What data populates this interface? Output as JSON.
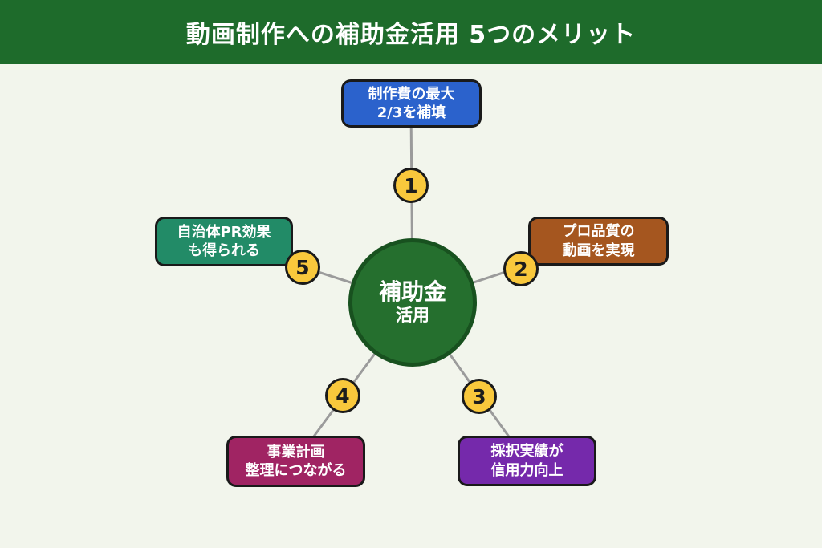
{
  "theme": {
    "bg": "#f2f5ec",
    "banner": "#1e6b2b",
    "circle-fill": "#256f2e",
    "circle-border": "#18511f",
    "badge-fill": "#f9c83c",
    "badge-border": "#1a1a1a",
    "badge-text": "#1d1d1d",
    "connector": "#9b9b9b",
    "box-border": "#1a1a1a",
    "text-light": "#ffffff",
    "node1": "#2b62cc",
    "node2": "#a5561f",
    "node3": "#7529ab",
    "node4": "#a02463",
    "node5": "#228b67"
  },
  "header": {
    "title": "動画制作への補助金活用 5つのメリット"
  },
  "center": {
    "line1": "補助金",
    "line2": "活用"
  },
  "nodes": [
    {
      "badge": "1",
      "position": "top",
      "line1": "制作費の最大",
      "line2": "2/3を補填",
      "color": "#2b62cc"
    },
    {
      "badge": "2",
      "position": "right",
      "line1": "プロ品質の",
      "line2": "動画を実現",
      "color": "#a5561f"
    },
    {
      "badge": "3",
      "position": "bottom-right",
      "line1": "採択実績が",
      "line2": "信用力向上",
      "color": "#7529ab"
    },
    {
      "badge": "4",
      "position": "bottom-left",
      "line1": "事業計画",
      "line2": "整理につながる",
      "color": "#a02463"
    },
    {
      "badge": "5",
      "position": "left",
      "line1": "自治体PR効果",
      "line2": "も得られる",
      "color": "#228b67"
    }
  ]
}
